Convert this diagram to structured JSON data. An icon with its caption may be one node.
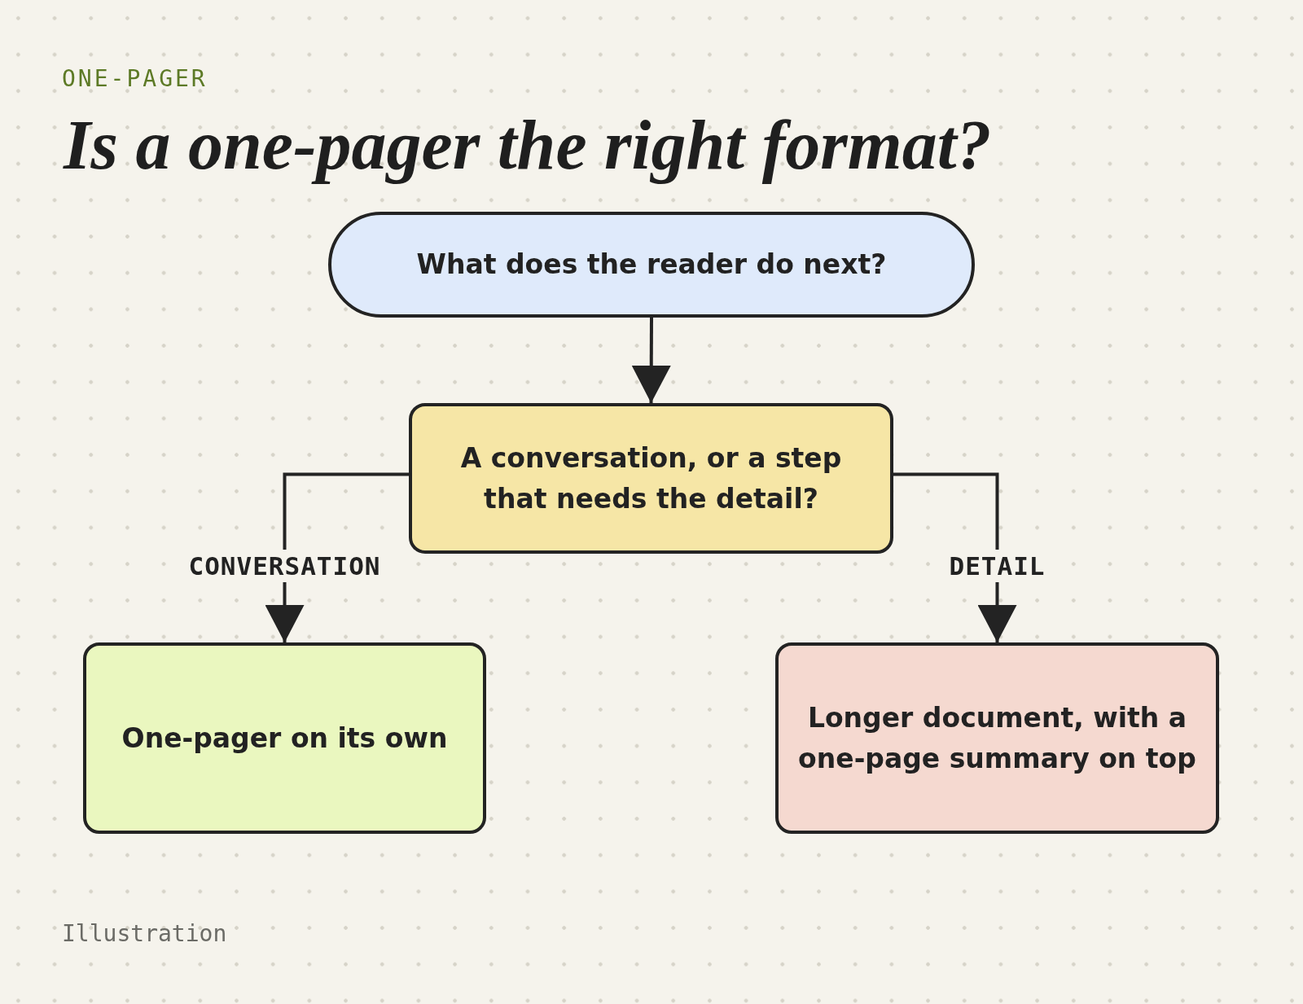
{
  "diagram": {
    "title": "Is a one-pager the right format?",
    "nodes": [
      {
        "text": [
          "What does the reader do next?"
        ]
      },
      {
        "text": [
          "A conversation, or a step that needs the detail?"
        ]
      },
      {
        "text": [
          "One-pager on its own"
        ]
      },
      {
        "text": [
          "Longer document, with a one-page summary on top"
        ]
      }
    ],
    "edges": [
      {
        "from": 0,
        "to": 1,
        "arrow": "to"
      },
      {
        "from": 1,
        "to": 2,
        "arrow": "to",
        "label": "CONVERSATION"
      },
      {
        "from": 1,
        "to": 3,
        "arrow": "to",
        "label": "DETAIL"
      }
    ],
    "labels": [
      "ONE-PAGER",
      "Illustration"
    ]
  }
}
